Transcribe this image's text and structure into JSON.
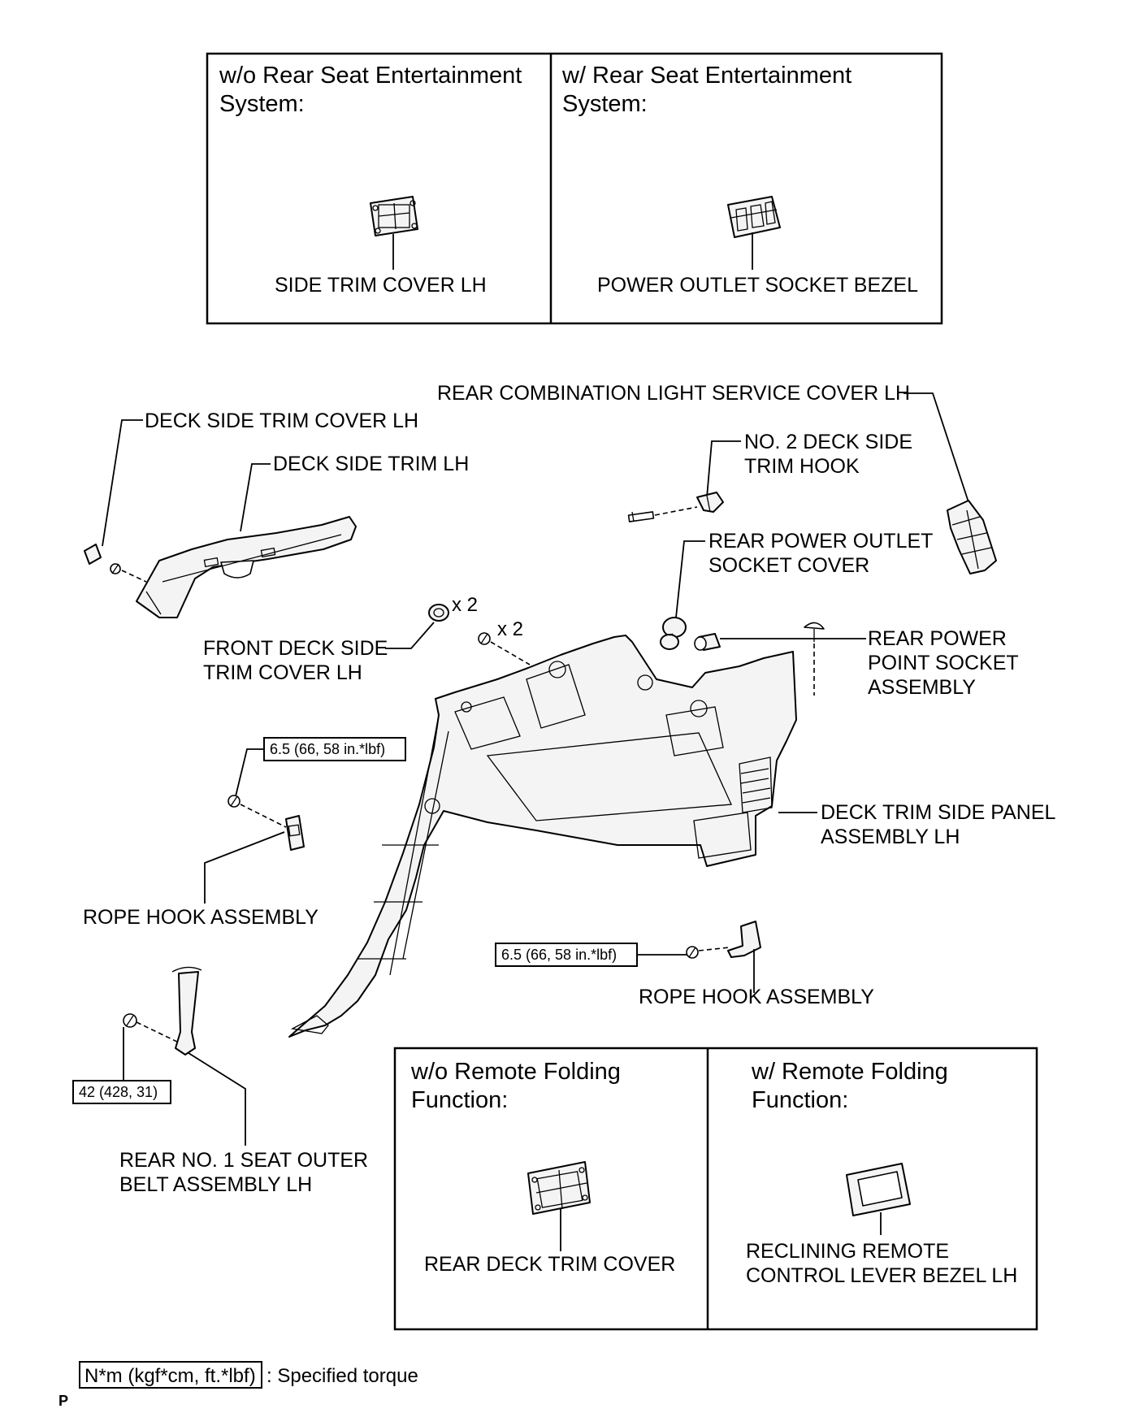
{
  "panels": {
    "top_left_header": [
      "w/o Rear Seat Entertainment",
      "System:"
    ],
    "top_right_header": [
      "w/ Rear Seat Entertainment",
      "System:"
    ],
    "bottom_left_header": [
      "w/o Remote Folding",
      "Function:"
    ],
    "bottom_right_header": [
      "w/ Remote Folding",
      "Function:"
    ]
  },
  "labels": {
    "side_trim_cover": "SIDE TRIM COVER LH",
    "power_outlet_bezel": "POWER OUTLET SOCKET BEZEL",
    "rear_combination_light_cover": "REAR COMBINATION LIGHT SERVICE COVER LH",
    "deck_side_trim_cover": "DECK SIDE TRIM COVER LH",
    "deck_side_trim": "DECK SIDE TRIM LH",
    "no2_deck_side_trim_hook": [
      "NO. 2 DECK SIDE",
      "TRIM HOOK"
    ],
    "rear_power_outlet_socket_cover": [
      "REAR POWER OUTLET",
      "SOCKET COVER"
    ],
    "front_deck_side_trim_cover": [
      "FRONT DECK SIDE",
      "TRIM COVER LH"
    ],
    "rear_power_point_socket": [
      "REAR POWER",
      "POINT SOCKET",
      "ASSEMBLY"
    ],
    "deck_trim_side_panel": [
      "DECK TRIM SIDE PANEL",
      "ASSEMBLY LH"
    ],
    "rope_hook_left": "ROPE HOOK ASSEMBLY",
    "rope_hook_right": "ROPE HOOK ASSEMBLY",
    "seat_belt": [
      "REAR NO. 1 SEAT OUTER",
      "BELT ASSEMBLY LH"
    ],
    "rear_deck_trim_cover": "REAR DECK TRIM COVER",
    "reclining_bezel": [
      "RECLINING REMOTE",
      "CONTROL LEVER BEZEL LH"
    ],
    "qty_clip": "x 2",
    "qty_screw": "x 2"
  },
  "torques": {
    "rope_hook_left": "6.5 (66, 58 in.*lbf)",
    "rope_hook_right": "6.5 (66, 58 in.*lbf)",
    "seat_belt": "42 (428, 31)"
  },
  "legend": {
    "unit": "N*m (kgf*cm, ft.*lbf)",
    "text": ": Specified torque"
  },
  "corner_mark": "P"
}
